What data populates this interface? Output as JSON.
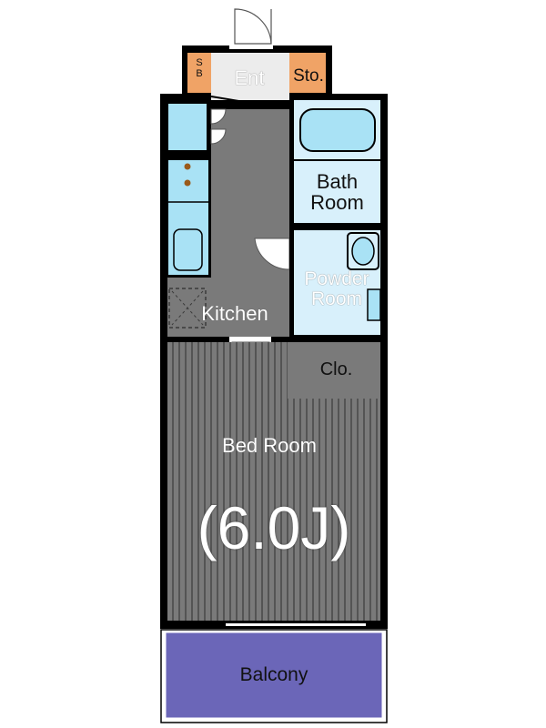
{
  "rooms": {
    "entrance": "Ent",
    "storage": "Sto.",
    "shoe_box": "S\nB",
    "bath_room": "Bath\nRoom",
    "powder_room": "Powder\nRoom",
    "kitchen": "Kitchen",
    "closet": "Clo.",
    "bed_room": "Bed Room",
    "bed_room_size": "(6.0J)",
    "balcony": "Balcony"
  },
  "colors": {
    "floor": "#7a7a7a",
    "wall": "#000000",
    "wet_area": "#d8f0fb",
    "fixture": "#a9e2f5",
    "storage": "#f0a366",
    "balcony": "#6b66b8"
  }
}
